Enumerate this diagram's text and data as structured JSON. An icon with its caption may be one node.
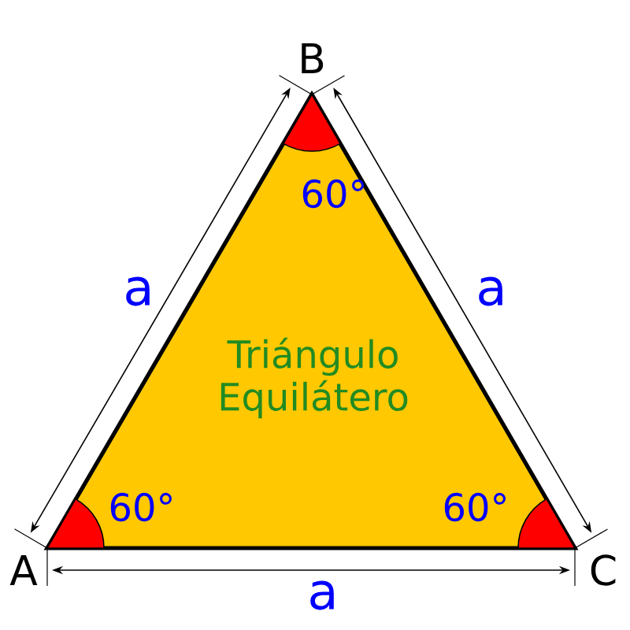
{
  "diagram": {
    "nodes": [
      {
        "text": [
          "Triángulo Equilátero"
        ]
      }
    ],
    "labels": [
      "B",
      "60°",
      "a",
      "a",
      "60°",
      "60°",
      "A",
      "a",
      "C"
    ]
  }
}
